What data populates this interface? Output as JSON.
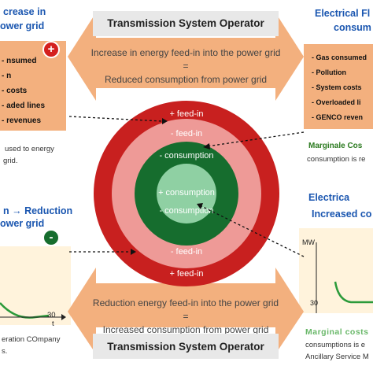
{
  "arrows": {
    "top": {
      "title": "Transmission System Operator",
      "line1": "Increase in energy feed-in into the power grid",
      "eq": "=",
      "line2": "Reduced consumption from power grid"
    },
    "bottom": {
      "title": "Transmission System Operator",
      "line1": "Reduction energy feed-in into the power grid",
      "eq": "=",
      "line2": "Increased consumption from power grid"
    }
  },
  "rings": {
    "outer_top": "+ feed-in",
    "pink_top": "- feed-in",
    "green_top": "- consumption",
    "center": "+ consumption",
    "green_bottom": "- consumption",
    "pink_bottom": "- feed-in",
    "outer_bottom": "+ feed-in"
  },
  "left_top": {
    "title_line1": "crease in",
    "title_line2": "ower grid",
    "badge": "+",
    "items": [
      "nsumed",
      "n",
      "costs",
      "aded lines",
      "revenues"
    ],
    "note_line1": "used to energy",
    "note_line2": "grid."
  },
  "right_top": {
    "title_line1": "Electrical Fl",
    "title_line2": "consum",
    "items": [
      "Gas consumed",
      "Pollution",
      "System costs",
      "Overloaded li",
      "GENCO reven"
    ],
    "green_line": "Marginale Cos",
    "note": "consumption is re"
  },
  "left_bottom": {
    "title_line1": "n → Reduction",
    "title_line2": "ower grid",
    "badge": "-",
    "axis_value": "30",
    "axis_t": "t",
    "note_line1": "eration COmpany",
    "note_line2": "s."
  },
  "right_bottom": {
    "title_line1": "Electrica",
    "title_line2": "Increased co",
    "y_axis": "MW",
    "axis_value": "30",
    "green_line": "Marginal costs",
    "note_line1": "consumptions is e",
    "note_line2": "Ancillary Service M"
  },
  "colors": {
    "outer_ring": "#c8201f",
    "pink_ring": "#ee9a97",
    "green_ring": "#166d2e",
    "center": "#8fd0a3",
    "arrow_fill": "#f3b07e",
    "title_blue": "#1a56b0",
    "green_text": "#2b7a1f"
  }
}
